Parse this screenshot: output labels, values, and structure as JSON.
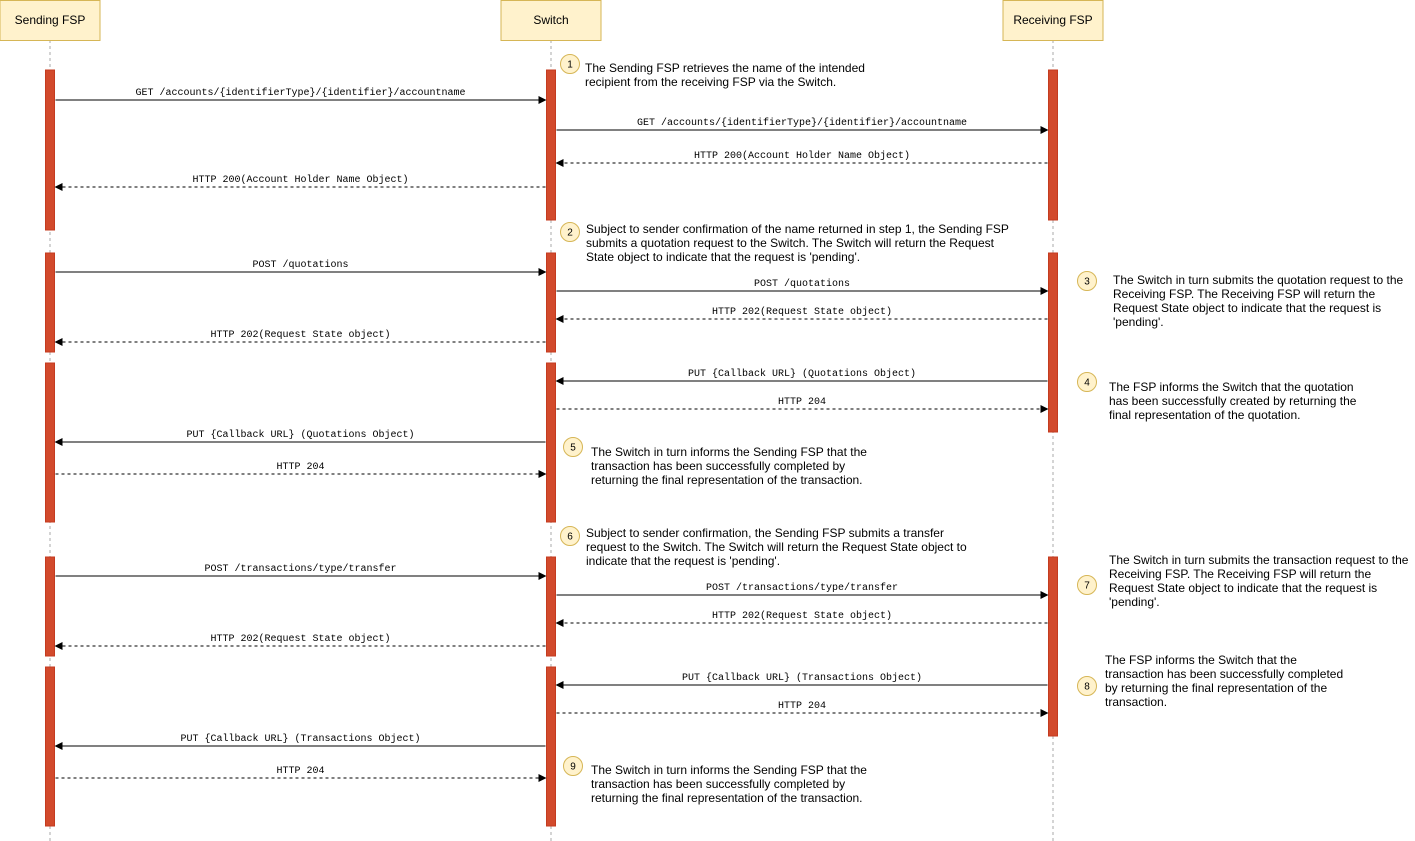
{
  "participants": [
    {
      "id": "sfsp",
      "name": "Sending FSP"
    },
    {
      "id": "sw",
      "name": "Switch"
    },
    {
      "id": "rfsp",
      "name": "Receiving FSP"
    }
  ],
  "messages": [
    {
      "from": "sfsp",
      "to": "sw",
      "label": "GET /accounts/{identifierType}/{identifier}/accountname",
      "style": "solid"
    },
    {
      "from": "sw",
      "to": "rfsp",
      "label": "GET /accounts/{identifierType}/{identifier}/accountname",
      "style": "solid"
    },
    {
      "from": "rfsp",
      "to": "sw",
      "label": "HTTP 200(Account Holder Name Object)",
      "style": "dashed"
    },
    {
      "from": "sw",
      "to": "sfsp",
      "label": "HTTP 200(Account Holder Name Object)",
      "style": "dashed"
    },
    {
      "from": "sfsp",
      "to": "sw",
      "label": "POST /quotations",
      "style": "solid"
    },
    {
      "from": "sw",
      "to": "rfsp",
      "label": "POST /quotations",
      "style": "solid"
    },
    {
      "from": "rfsp",
      "to": "sw",
      "label": "HTTP 202(Request State object)",
      "style": "dashed"
    },
    {
      "from": "sw",
      "to": "sfsp",
      "label": "HTTP 202(Request State object)",
      "style": "dashed"
    },
    {
      "from": "rfsp",
      "to": "sw",
      "label": "PUT {Callback URL} (Quotations Object)",
      "style": "solid"
    },
    {
      "from": "sw",
      "to": "rfsp",
      "label": "HTTP 204",
      "style": "dashed"
    },
    {
      "from": "sw",
      "to": "sfsp",
      "label": "PUT {Callback URL} (Quotations Object)",
      "style": "solid"
    },
    {
      "from": "sfsp",
      "to": "sw",
      "label": "HTTP 204",
      "style": "dashed"
    },
    {
      "from": "sfsp",
      "to": "sw",
      "label": "POST /transactions/type/transfer",
      "style": "solid"
    },
    {
      "from": "sw",
      "to": "rfsp",
      "label": "POST /transactions/type/transfer",
      "style": "solid"
    },
    {
      "from": "rfsp",
      "to": "sw",
      "label": "HTTP 202(Request State object)",
      "style": "dashed"
    },
    {
      "from": "sw",
      "to": "sfsp",
      "label": "HTTP 202(Request State object)",
      "style": "dashed"
    },
    {
      "from": "rfsp",
      "to": "sw",
      "label": "PUT {Callback URL} (Transactions Object)",
      "style": "solid"
    },
    {
      "from": "sw",
      "to": "rfsp",
      "label": "HTTP 204",
      "style": "dashed"
    },
    {
      "from": "sw",
      "to": "sfsp",
      "label": "PUT {Callback URL} (Transactions Object)",
      "style": "solid"
    },
    {
      "from": "sfsp",
      "to": "sw",
      "label": "HTTP 204",
      "style": "dashed"
    }
  ],
  "steps": [
    {
      "number": "1",
      "lines": [
        "The Sending FSP retrieves the name of the intended",
        "recipient from the receiving FSP via the Switch."
      ]
    },
    {
      "number": "2",
      "lines": [
        "Subject to sender confirmation of the name returned in step 1, the Sending FSP",
        "submits a quotation request to the Switch. The Switch will return the Request",
        "State object to indicate that the request is 'pending'."
      ]
    },
    {
      "number": "3",
      "lines": [
        "The Switch in turn submits the quotation request to the",
        "Receiving FSP. The Receiving FSP will return the",
        "Request State object to indicate that the request is",
        "'pending'."
      ]
    },
    {
      "number": "4",
      "lines": [
        "The FSP informs the Switch that the quotation",
        "has been successfully created by returning the",
        "final representation of the quotation."
      ]
    },
    {
      "number": "5",
      "lines": [
        "The Switch in turn informs the Sending FSP that the",
        "transaction has been successfully completed by",
        "returning the final representation of the transaction."
      ]
    },
    {
      "number": "6",
      "lines": [
        "Subject to sender confirmation, the Sending FSP submits a transfer",
        "request to the Switch. The Switch will return the Request State object to",
        "indicate that the request is 'pending'."
      ]
    },
    {
      "number": "7",
      "lines": [
        "The Switch in turn submits the transaction request to the",
        "Receiving FSP. The Receiving FSP will return the",
        "Request State object to indicate that the request is",
        "'pending'."
      ]
    },
    {
      "number": "8",
      "lines": [
        "The FSP informs the Switch that the",
        "transaction has been successfully completed",
        "by returning the final representation of the",
        "transaction."
      ]
    },
    {
      "number": "9",
      "lines": [
        "The Switch in turn informs the Sending FSP that the",
        "transaction has been successfully completed by",
        "returning the final representation of the transaction."
      ]
    }
  ]
}
